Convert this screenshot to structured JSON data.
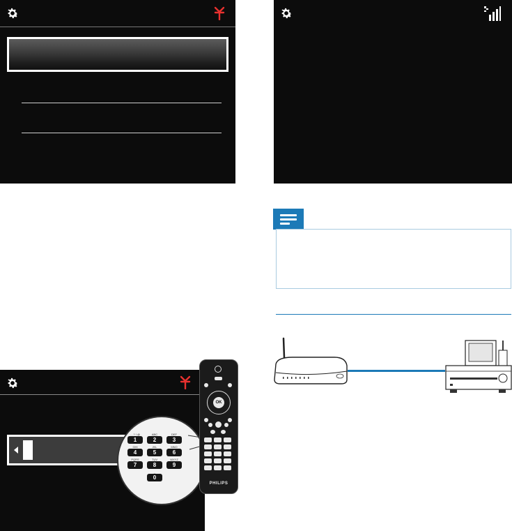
{
  "screens": {
    "top_left": {
      "header_icon": "gear-icon",
      "status_icon": "antenna-disconnected-icon",
      "status_color": "#e8312f",
      "highlight_text": "",
      "option_1": "",
      "option_2": ""
    },
    "top_right": {
      "header_icon": "gear-icon",
      "status_icon": "signal-bars-icon",
      "status_color": "#ffffff"
    },
    "bottom_left": {
      "header_icon": "gear-icon",
      "status_icon": "antenna-disconnected-icon",
      "status_color": "#e8312f",
      "input_value": ""
    }
  },
  "note": {
    "icon": "note-icon",
    "text": ""
  },
  "remote": {
    "brand": "PHILIPS",
    "ok_label": "OK",
    "keypad": [
      {
        "digit": "1",
        "letters": ". , ? ! @"
      },
      {
        "digit": "2",
        "letters": "ABC"
      },
      {
        "digit": "3",
        "letters": "DEF"
      },
      {
        "digit": "4",
        "letters": "GHI"
      },
      {
        "digit": "5",
        "letters": "JKL"
      },
      {
        "digit": "6",
        "letters": "MNO"
      },
      {
        "digit": "7",
        "letters": "PQRS"
      },
      {
        "digit": "8",
        "letters": "TUV"
      },
      {
        "digit": "9",
        "letters": "WXYZ"
      },
      {
        "digit": "0",
        "letters": "_"
      }
    ]
  },
  "diagram": {
    "router": "router-device",
    "cable_color": "#1c7ab7",
    "player": "music-center-device"
  },
  "colors": {
    "accent_blue": "#1c7ab7",
    "panel_bg": "#0c0c0c",
    "alert_red": "#e8312f"
  }
}
